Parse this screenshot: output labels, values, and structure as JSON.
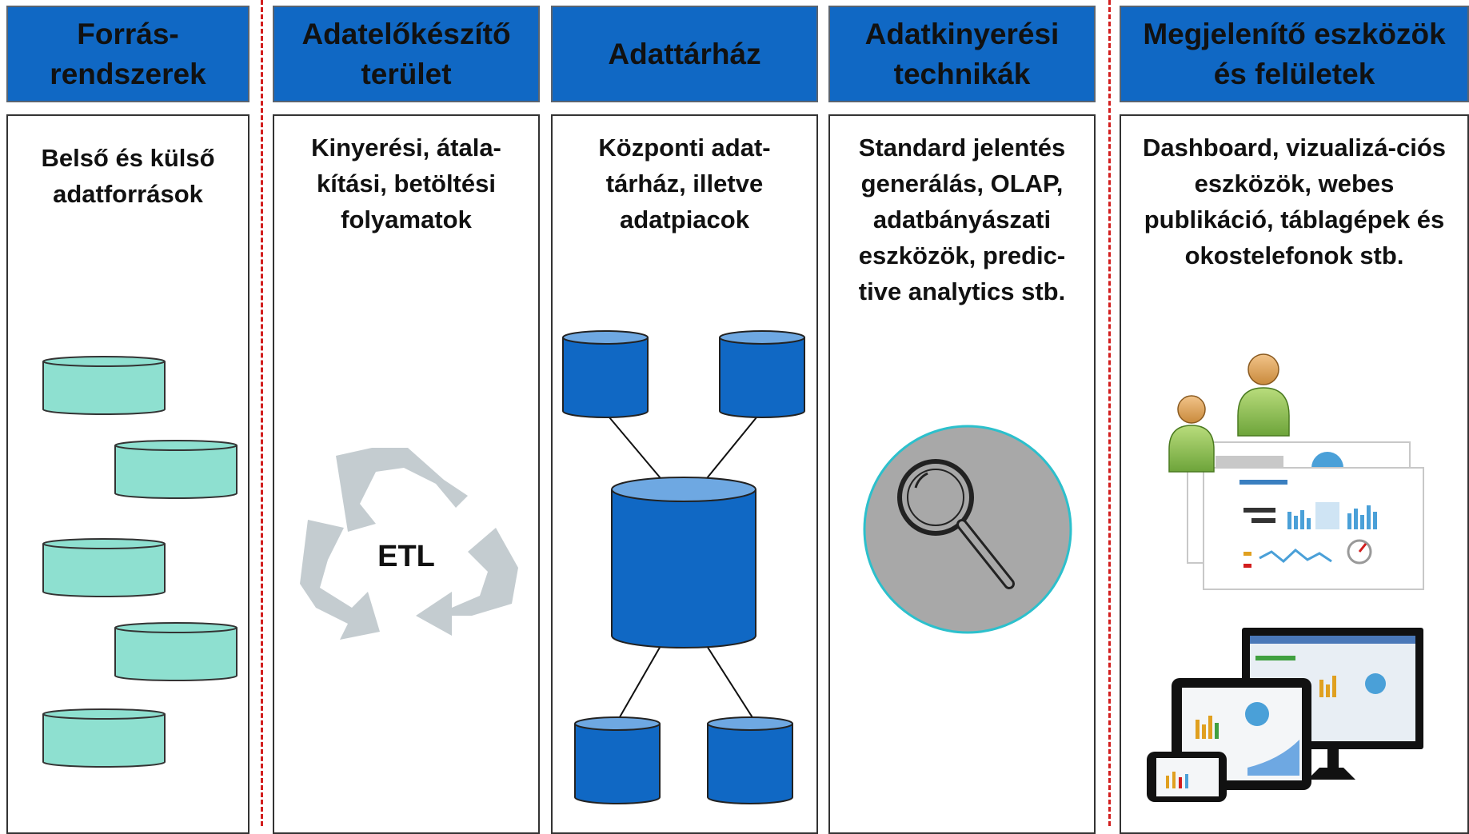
{
  "headers": [
    {
      "lines": [
        "Forrás-",
        "rendszerek"
      ]
    },
    {
      "lines": [
        "Adatelőkészítő",
        "terület"
      ]
    },
    {
      "lines": [
        "Adattárház"
      ]
    },
    {
      "lines": [
        "Adatkinyerési",
        "technikák"
      ]
    },
    {
      "lines": [
        "Megjelenítő eszközök",
        "és felületek"
      ]
    }
  ],
  "descriptions": [
    {
      "lines": [
        "Belső és külső",
        "adatforrások"
      ]
    },
    {
      "lines": [
        "Kinyerési, átala-",
        "kítási, betöltési",
        "folyamatok"
      ]
    },
    {
      "lines": [
        "Központi adat-",
        "tárház, illetve",
        "adatpiacok"
      ]
    },
    {
      "lines": [
        "Standard jelentés",
        "generálás, OLAP,",
        "adatbányászati",
        "eszközök, predic-",
        "tive analytics stb."
      ]
    },
    {
      "lines": [
        "Dashboard, vizualizá-ciós",
        "eszközök, webes",
        "publikáció, táblagépek és",
        "okostelefonok stb."
      ]
    }
  ],
  "etl_label": "ETL",
  "icons": {
    "source_db": "source-database-icon",
    "etl": "recycle-arrows-icon",
    "warehouse": "warehouse-database-icon",
    "datamart": "datamart-database-icon",
    "search": "magnifier-icon",
    "users": "users-icon",
    "dashboard": "dashboard-screens-icon",
    "devices": "devices-icon"
  },
  "colors": {
    "header_bg": "#1068c4",
    "source_db": "#8ee0d0",
    "warehouse": "#1068c4",
    "divider": "#d21e1e",
    "etl_arrows": "#c4ccd0",
    "search_circle": "#a8a8a8"
  }
}
